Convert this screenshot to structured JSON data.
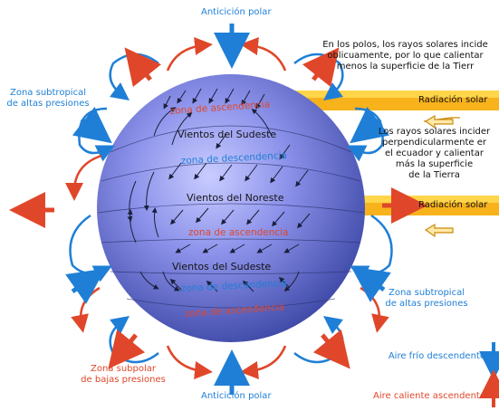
{
  "labels": {
    "polar_high_top": "Anticición polar",
    "polar_high_bottom": "Anticición polar",
    "subtropical_high_left": [
      "Zona subtropical",
      "de altas presiones"
    ],
    "subtropical_high_right": [
      "Zona subtropical",
      "de altas presiones"
    ],
    "subpolar_low": [
      "Zona subpolar",
      "de bajas presiones"
    ],
    "poles_text": [
      "En los polos, los rayos solares incide",
      "oblicuamente, por lo que calientar",
      "menos la superficie de la Tierr"
    ],
    "equator_text": [
      "Los rayos solares incider",
      "perpendicularmente er",
      "el ecuador y calientar",
      "más la superficie",
      "de la Tierra"
    ],
    "solar_radiation_1": "Radiación solar",
    "solar_radiation_2": "Radiación solar",
    "zone_ascend_1": "zona de ascendencia",
    "zone_descend_1": "zona de descendencia",
    "zone_ascend_2": "zona de ascendencia",
    "zone_descend_2": "zona de descendencia",
    "zone_ascend_3": "zona de ascendencia",
    "winds_se_1": "Vientos del Sudeste",
    "winds_ne": "Vientos del Noreste",
    "winds_se_2": "Vientos del Sudeste",
    "legend_cold": "Aire frío descendente",
    "legend_warm": "Aire caliente ascendente"
  },
  "colors": {
    "cold_air": "#1f7fd6",
    "warm_air": "#e0472a",
    "globe": "#7d83e0",
    "solar_band": "#f7b21c"
  }
}
